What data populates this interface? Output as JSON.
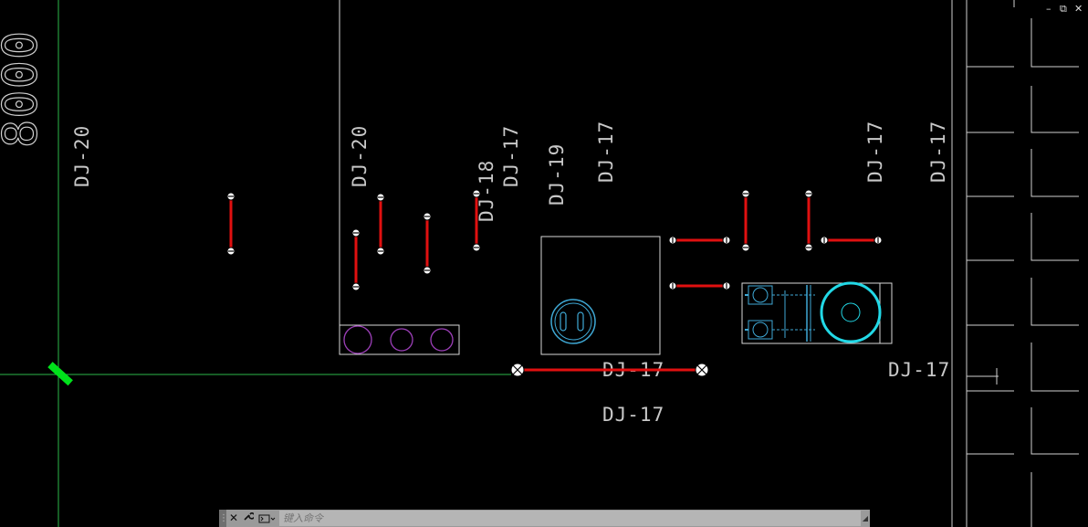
{
  "drawing": {
    "labels": {
      "big_number": "8000",
      "dj20_left": "DJ-20",
      "dj20_mid": "DJ-20",
      "dj18": "DJ-18",
      "dj17_a": "DJ-17",
      "dj19": "DJ-19",
      "dj17_b": "DJ-17",
      "dj17_c": "DJ-17",
      "dj17_d": "DJ-17",
      "dj17_bottom1": "DJ-17",
      "dj17_bottom2": "DJ-17",
      "dj17_right": "DJ-17"
    },
    "colors": {
      "background": "#000000",
      "axis_line": "#2db84a",
      "marker": "#00e21b",
      "wire": "#e01010",
      "outline": "#d8d8d8",
      "symbol_blue": "#3fa9d6",
      "symbol_cyan": "#22d8e6",
      "circle_purple": "#9c3fb8"
    }
  },
  "window_controls": {
    "minimize": "–",
    "restore": "⧉",
    "close": "✕"
  },
  "command_bar": {
    "close_icon": "✕",
    "settings_icon": "wrench-icon",
    "prompt_icon": "command-prompt-icon",
    "placeholder": "键入命令"
  }
}
